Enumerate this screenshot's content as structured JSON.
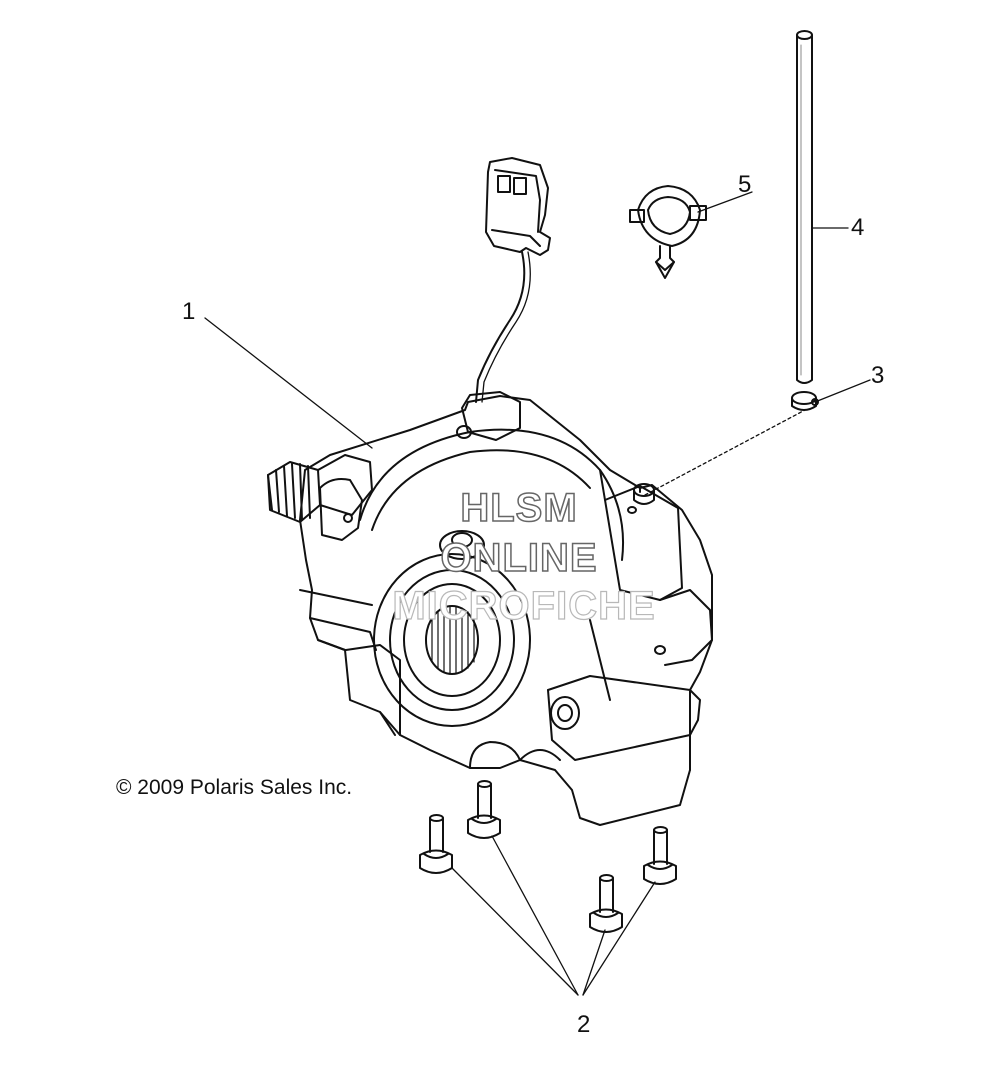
{
  "diagram": {
    "callouts": [
      {
        "id": "1",
        "label": "1"
      },
      {
        "id": "2",
        "label": "2"
      },
      {
        "id": "3",
        "label": "3"
      },
      {
        "id": "4",
        "label": "4"
      },
      {
        "id": "5",
        "label": "5"
      }
    ],
    "copyright": "© 2009 Polaris Sales Inc.",
    "watermark": {
      "line1": "HLSM",
      "line2": "ONLINE",
      "line3": "MICROFICHE"
    }
  }
}
